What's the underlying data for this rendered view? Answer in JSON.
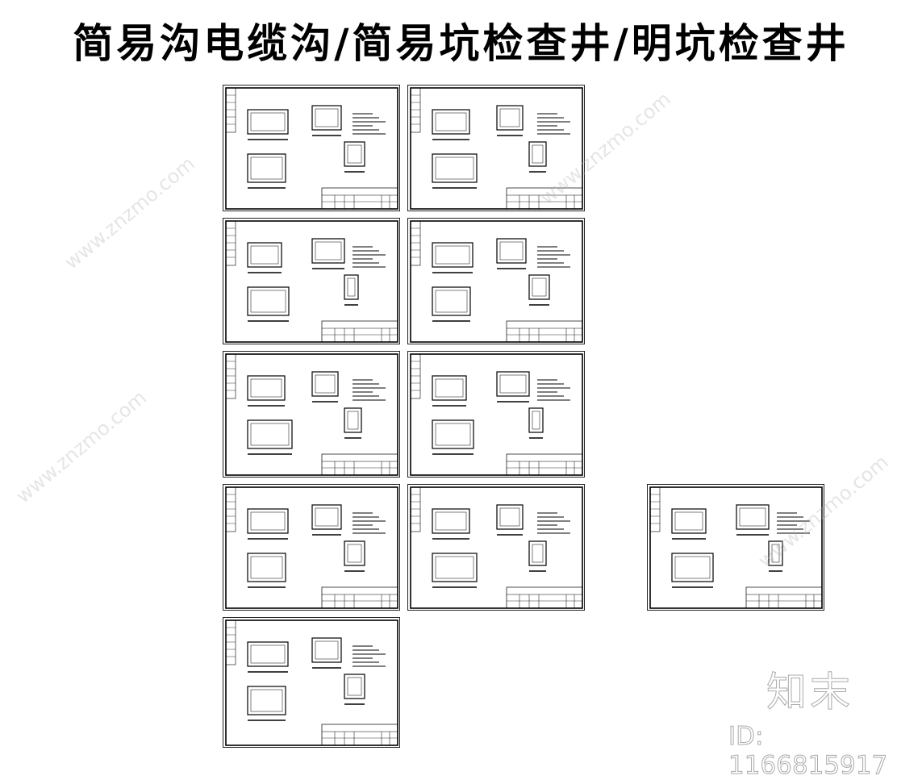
{
  "title": "简易沟电缆沟/简易坑检查井/明坑检查井",
  "sheet_count": 10,
  "watermark": {
    "logo_text": "知末",
    "id_text": "ID: 1166815917",
    "site": "www.znzmo.com"
  },
  "colors": {
    "line": "#000000",
    "watermark": "#aaaaaa"
  }
}
